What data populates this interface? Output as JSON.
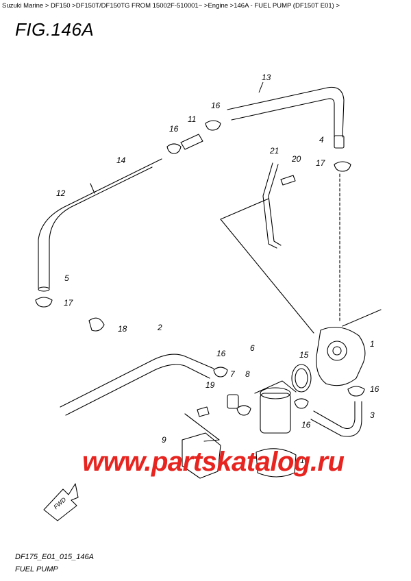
{
  "breadcrumb": "Suzuki Marine > DF150 >DF150T/DF150TG FROM 15002F-510001~ >Engine >146A - FUEL PUMP (DF150T E01) >",
  "figure_title": "FIG.146A",
  "callouts": [
    "1",
    "2",
    "3",
    "4",
    "5",
    "6",
    "7",
    "8",
    "9",
    "10",
    "11",
    "12",
    "13",
    "14",
    "15",
    "16",
    "16",
    "16",
    "16",
    "16",
    "17",
    "17",
    "18",
    "19",
    "20",
    "21"
  ],
  "watermark": "www.partskatalog.ru",
  "fwd_label": "FWD",
  "footer": {
    "code": "DF175_E01_015_146A",
    "name": "FUEL PUMP"
  },
  "colors": {
    "watermark": "#e7241f",
    "line": "#000000"
  }
}
